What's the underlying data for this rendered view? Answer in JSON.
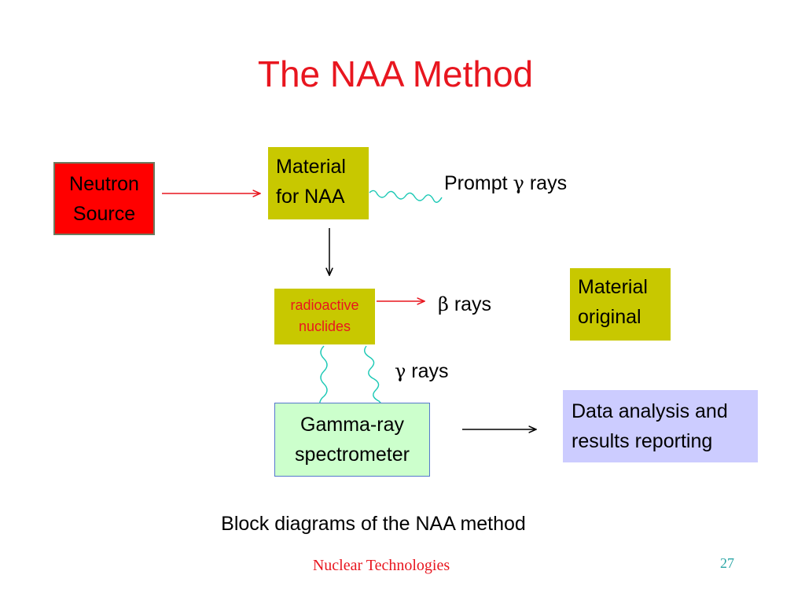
{
  "title": "The NAA Method",
  "boxes": {
    "neutron_source": {
      "line1": "Neutron",
      "line2": "Source"
    },
    "material_for_naa": {
      "line1": "Material",
      "line2": "for NAA"
    },
    "radioactive_nuclides": {
      "line1": "radioactive",
      "line2": "nuclides"
    },
    "material_original": {
      "line1": "Material",
      "line2": "original"
    },
    "gamma_ray_spectrometer": {
      "line1": "Gamma-ray",
      "line2": "spectrometer"
    },
    "data_analysis": {
      "line1": "Data analysis and",
      "line2": "results reporting"
    }
  },
  "labels": {
    "prompt_word": "Prompt",
    "prompt_symbol": "γ",
    "prompt_suffix": " rays",
    "beta_symbol": "β",
    "beta_suffix": " rays",
    "gamma_symbol": "γ",
    "gamma_suffix": " rays"
  },
  "caption": "Block diagrams of the NAA method",
  "footer": "Nuclear Technologies",
  "page_number": "27",
  "colors": {
    "title": "#e8161f",
    "neutron_box": "#ff0000",
    "material_box": "#c8c800",
    "spectrometer_box": "#ccffcc",
    "data_box": "#ccccff",
    "red_arrow": "#e8161f",
    "wavy_line": "#19c8b4"
  }
}
